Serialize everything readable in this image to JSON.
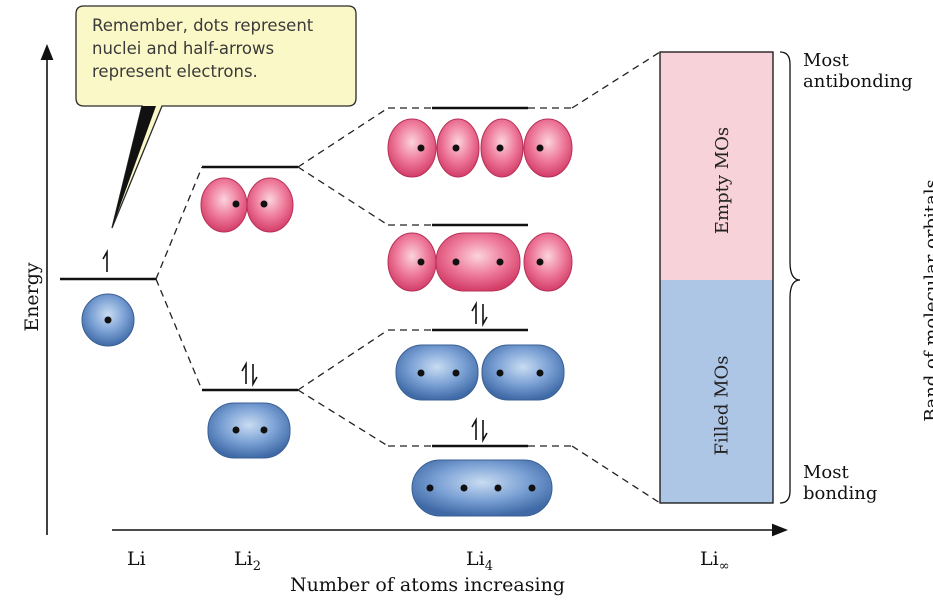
{
  "callout": "Remember, dots represent nuclei and half-arrows represent electrons.",
  "axes": {
    "y_label": "Energy",
    "x_label": "Number of atoms increasing"
  },
  "columns": [
    {
      "base": "Li",
      "sub": ""
    },
    {
      "base": "Li",
      "sub": "2"
    },
    {
      "base": "Li",
      "sub": "4"
    },
    {
      "base": "Li",
      "sub": "∞"
    }
  ],
  "band": {
    "empty_label": "Empty MOs",
    "filled_label": "Filled MOs",
    "band_label": "Band of molecular orbitals",
    "top_label_1": "Most",
    "top_label_2": "antibonding",
    "bottom_label_1": "Most",
    "bottom_label_2": "bonding",
    "empty_color": "#f7d2d8",
    "filled_color": "#aec6e6"
  },
  "colors": {
    "antibonding_lobe": "#e85a80",
    "bonding_lobe": "#5a88c4"
  }
}
